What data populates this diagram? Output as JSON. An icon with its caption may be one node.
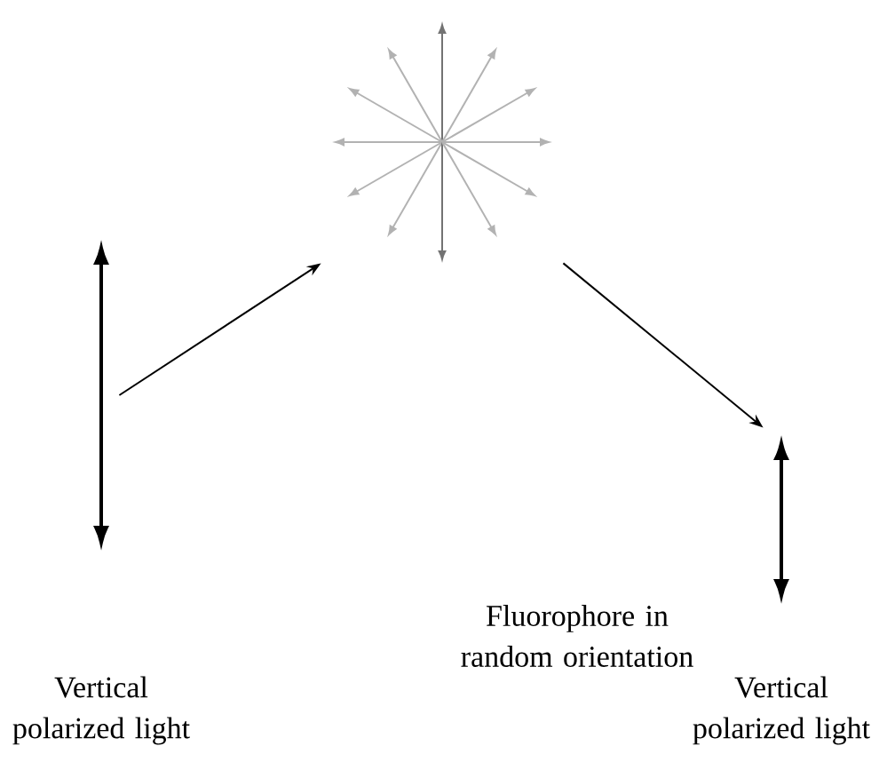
{
  "diagram": {
    "nodes": [
      {
        "text": [],
        "shape": "picture"
      },
      {
        "text": [],
        "shape": "picture"
      },
      {
        "text": [],
        "shape": "picture"
      }
    ],
    "edges": [
      {
        "from": 0,
        "to": 1,
        "arrow": "to"
      },
      {
        "from": 1,
        "to": 2,
        "arrow": "to"
      }
    ],
    "labels": [
      "Fluorophore in random orientation",
      "Vertical polarized light",
      "Vertical polarized light"
    ]
  }
}
